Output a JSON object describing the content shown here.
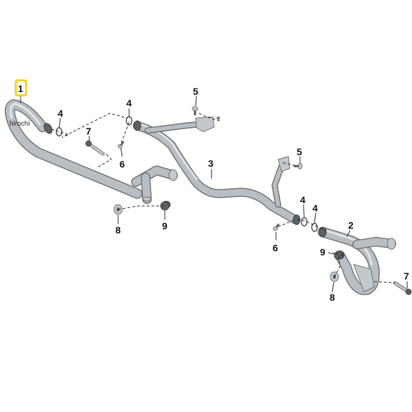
{
  "watermark": "hirochi",
  "highlight_color": "#f2d21b",
  "callouts": [
    {
      "id": "c1",
      "text": "1",
      "highlighted": true
    },
    {
      "id": "c2",
      "text": "2"
    },
    {
      "id": "c3",
      "text": "3"
    },
    {
      "id": "c4a",
      "text": "4"
    },
    {
      "id": "c4b",
      "text": "4"
    },
    {
      "id": "c4c",
      "text": "4"
    },
    {
      "id": "c4d",
      "text": "4"
    },
    {
      "id": "c5a",
      "text": "5"
    },
    {
      "id": "c5b",
      "text": "5"
    },
    {
      "id": "c6a",
      "text": "6"
    },
    {
      "id": "c6b",
      "text": "6"
    },
    {
      "id": "c7a",
      "text": "7"
    },
    {
      "id": "c7b",
      "text": "7"
    },
    {
      "id": "c8a",
      "text": "8"
    },
    {
      "id": "c8b",
      "text": "8"
    },
    {
      "id": "c9a",
      "text": "9"
    },
    {
      "id": "c9b",
      "text": "9"
    }
  ]
}
